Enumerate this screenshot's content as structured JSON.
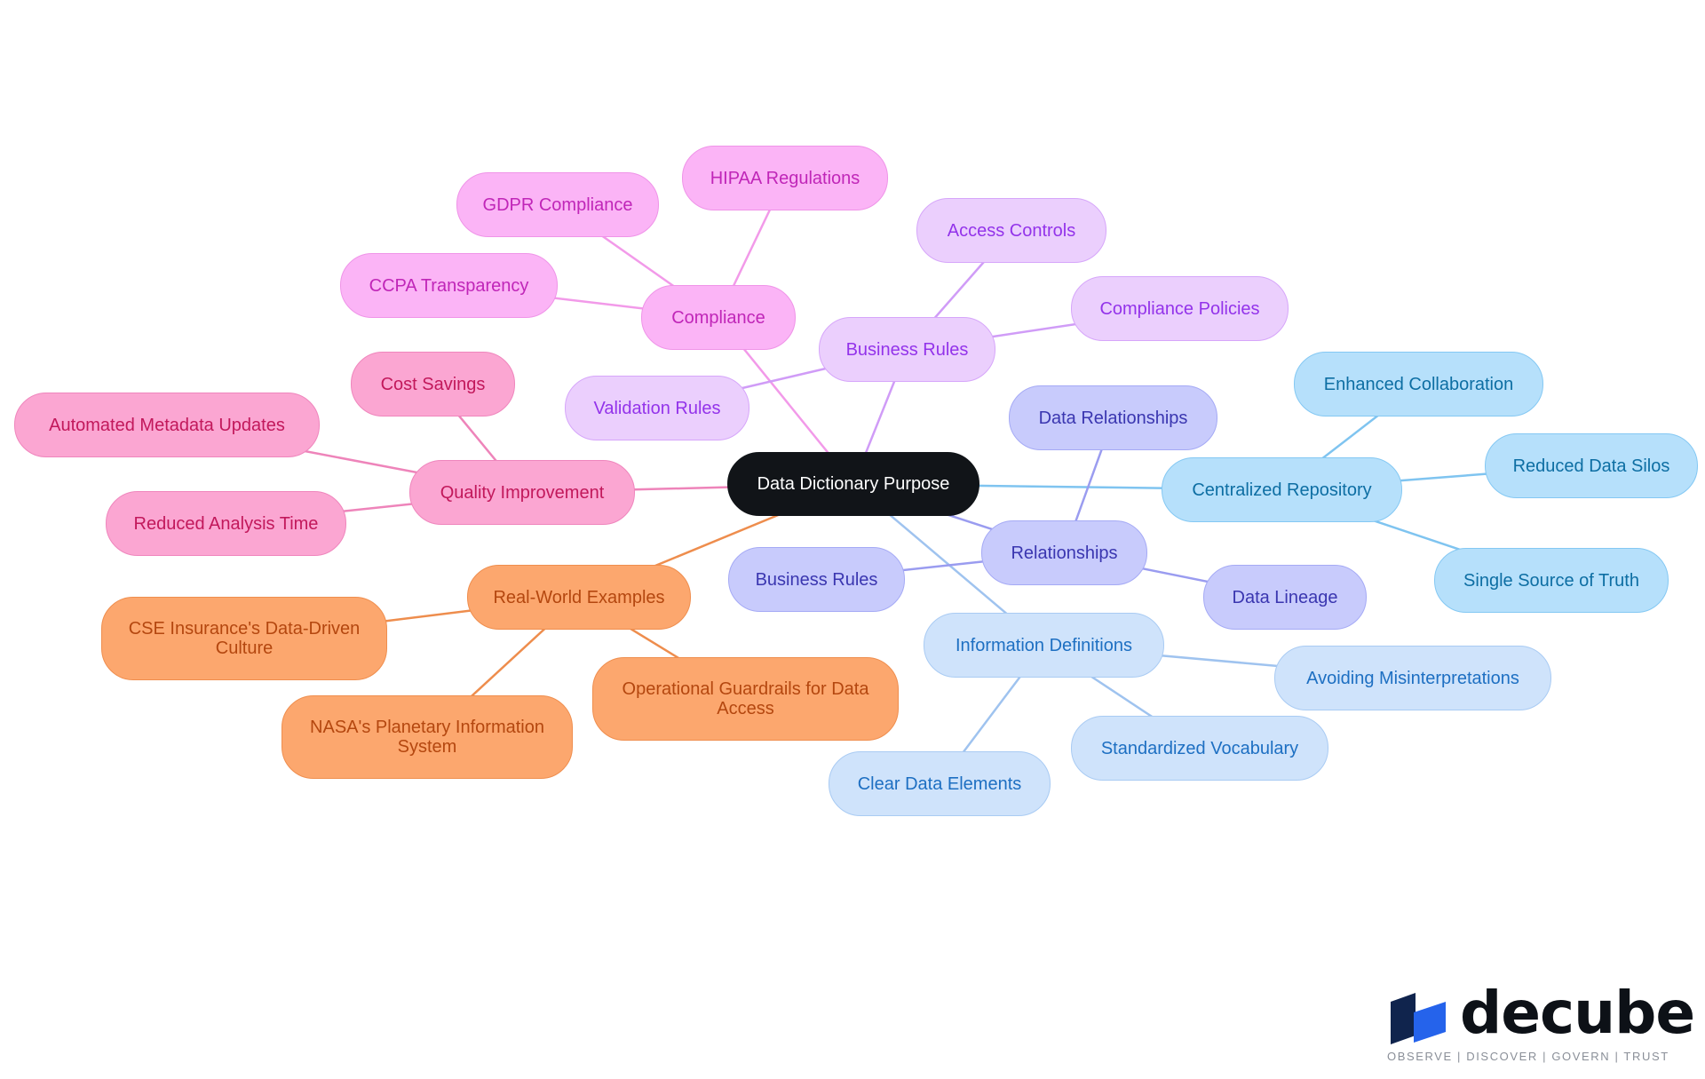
{
  "colors": {
    "root": "#111418",
    "compliance": "#f29ae9",
    "business_rules": "#d09cf7",
    "relationships": "#9a9cf0",
    "centralized_repository": "#7fc4f0",
    "information_definitions": "#9fc3ef",
    "quality_improvement": "#ee84ba",
    "real_world_examples": "#ee8d4d"
  },
  "root": {
    "label": "Data Dictionary Purpose"
  },
  "branches": {
    "compliance": {
      "label": "Compliance",
      "children": [
        "HIPAA Regulations",
        "GDPR Compliance",
        "CCPA Transparency"
      ]
    },
    "business_rules": {
      "label": "Business Rules",
      "children": [
        "Access Controls",
        "Compliance Policies",
        "Validation Rules"
      ]
    },
    "relationships": {
      "label": "Relationships",
      "children": [
        "Data Relationships",
        "Business Rules",
        "Data Lineage"
      ]
    },
    "centralized_repository": {
      "label": "Centralized Repository",
      "children": [
        "Enhanced Collaboration",
        "Reduced Data Silos",
        "Single Source of Truth"
      ]
    },
    "information_definitions": {
      "label": "Information Definitions",
      "children": [
        "Avoiding Misinterpretations",
        "Standardized Vocabulary",
        "Clear Data Elements"
      ]
    },
    "quality_improvement": {
      "label": "Quality Improvement",
      "children": [
        "Cost Savings",
        "Automated Metadata Updates",
        "Reduced Analysis Time"
      ]
    },
    "real_world_examples": {
      "label": "Real-World Examples",
      "children": [
        "CSE Insurance's Data-Driven Culture",
        "NASA's Planetary Information System",
        "Operational Guardrails for Data Access"
      ]
    }
  },
  "logo": {
    "word": "decube",
    "tagline": "OBSERVE | DISCOVER | GOVERN | TRUST"
  }
}
